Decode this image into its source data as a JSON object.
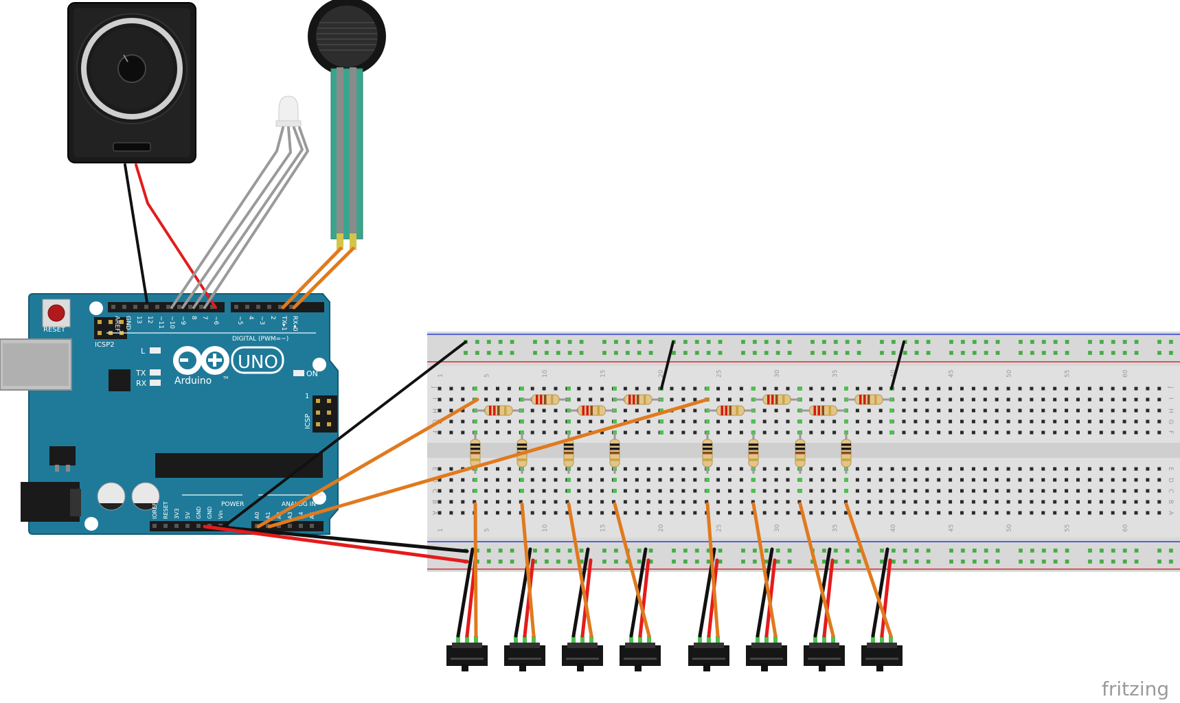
{
  "arduino": {
    "reset_label": "RESET",
    "icsp2_label": "ICSP2",
    "icsp_label": "ICSP",
    "icsp_pin1": "1",
    "model": "UNO",
    "brand": "Arduino",
    "tm": "TM",
    "led_l": "L",
    "led_tx": "TX",
    "led_rx": "RX",
    "led_on": "ON",
    "digital_label": "DIGITAL (PWM=~)",
    "power_label": "POWER",
    "analog_label": "ANALOG IN",
    "digital_pins": [
      "AREF",
      "GND",
      "13",
      "12",
      "~11",
      "~10",
      "~9",
      "8",
      "7",
      "~6",
      "~5",
      "4",
      "~3",
      "2",
      "TX▸1",
      "RX◂0"
    ],
    "power_pins": [
      "IOREF",
      "RESET",
      "3V3",
      "5V",
      "GND",
      "GND",
      "Vin"
    ],
    "analog_pins": [
      "A0",
      "A1",
      "A2",
      "A3",
      "A4",
      "A5"
    ]
  },
  "breadboard": {
    "col_numbers": [
      "1",
      "5",
      "10",
      "15",
      "20",
      "25",
      "30",
      "35",
      "40",
      "45",
      "50",
      "55",
      "60"
    ],
    "top_rows": [
      "J",
      "I",
      "H",
      "G",
      "F"
    ],
    "bottom_rows": [
      "E",
      "D",
      "C",
      "B",
      "A"
    ]
  },
  "brand_mark": "fritzing",
  "colors": {
    "board_blue": "#1f7a99",
    "wire_black": "#111111",
    "wire_red": "#e41b1b",
    "wire_orange": "#e07a1e",
    "wire_gray": "#9a9a9a",
    "sensor_green": "#3aa58c",
    "pin_green": "#4fbf4f"
  }
}
